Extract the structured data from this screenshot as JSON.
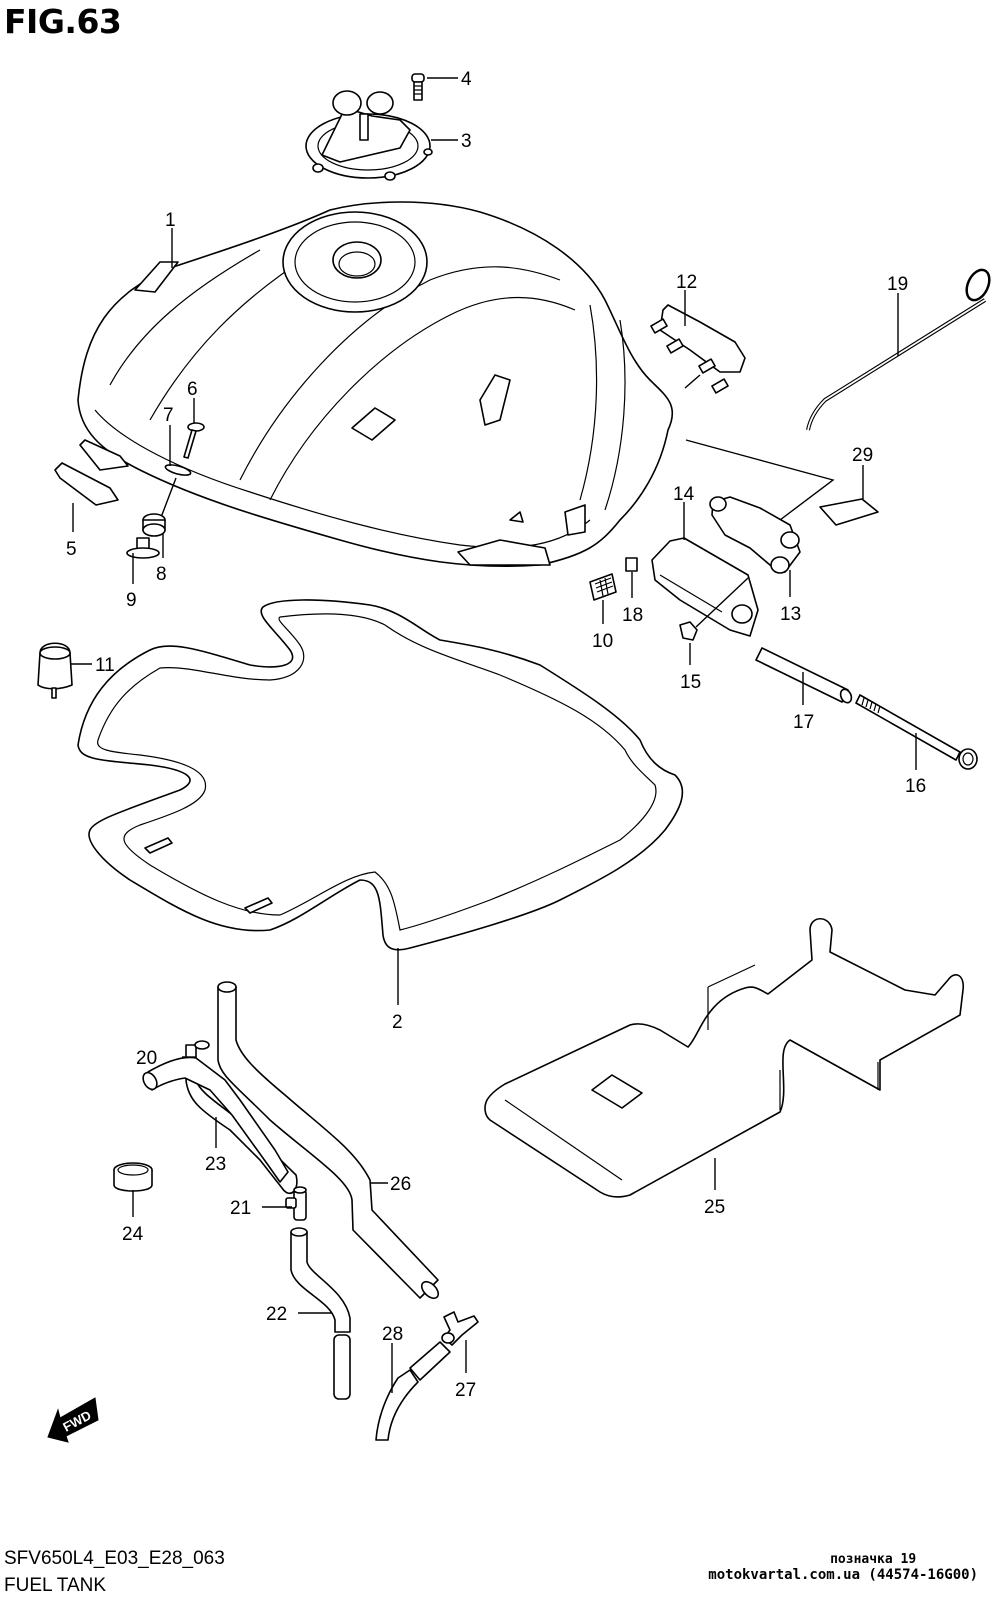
{
  "figure": {
    "title": "FIG.63",
    "code": "SFV650L4_E03_E28_063",
    "caption": "FUEL TANK",
    "direction_arrow": {
      "icon": "fwd-arrow-icon",
      "label": "FWD"
    }
  },
  "watermark": {
    "line1": "позначка 19",
    "line2": "motokvartal.com.ua (44574-16G00)"
  },
  "callouts": [
    {
      "id": "1",
      "part": "fuel-tank"
    },
    {
      "id": "2",
      "part": "tank-seal-frame"
    },
    {
      "id": "3",
      "part": "fuel-cap-lock-assembly"
    },
    {
      "id": "4",
      "part": "cap-bolt"
    },
    {
      "id": "5",
      "part": "front-bracket"
    },
    {
      "id": "6",
      "part": "screw"
    },
    {
      "id": "7",
      "part": "washer"
    },
    {
      "id": "8",
      "part": "cushion"
    },
    {
      "id": "9",
      "part": "collar"
    },
    {
      "id": "10",
      "part": "mesh-pad"
    },
    {
      "id": "11",
      "part": "cushion-rubber"
    },
    {
      "id": "12",
      "part": "fuel-pump-plate"
    },
    {
      "id": "13",
      "part": "rear-bracket"
    },
    {
      "id": "14",
      "part": "tank-hinge-bracket"
    },
    {
      "id": "15",
      "part": "nut"
    },
    {
      "id": "16",
      "part": "bolt"
    },
    {
      "id": "17",
      "part": "spacer-pipe"
    },
    {
      "id": "18",
      "part": "clip"
    },
    {
      "id": "19",
      "part": "prop-rod"
    },
    {
      "id": "20",
      "part": "breather-hose"
    },
    {
      "id": "21",
      "part": "3-way-joint"
    },
    {
      "id": "22",
      "part": "breather-hose-lower"
    },
    {
      "id": "23",
      "part": "drain-hose"
    },
    {
      "id": "24",
      "part": "hose-ring"
    },
    {
      "id": "25",
      "part": "heat-shield-plate"
    },
    {
      "id": "26",
      "part": "overflow-hose"
    },
    {
      "id": "27",
      "part": "t-joint"
    },
    {
      "id": "28",
      "part": "hose-short"
    },
    {
      "id": "29",
      "part": "label-pad"
    }
  ]
}
